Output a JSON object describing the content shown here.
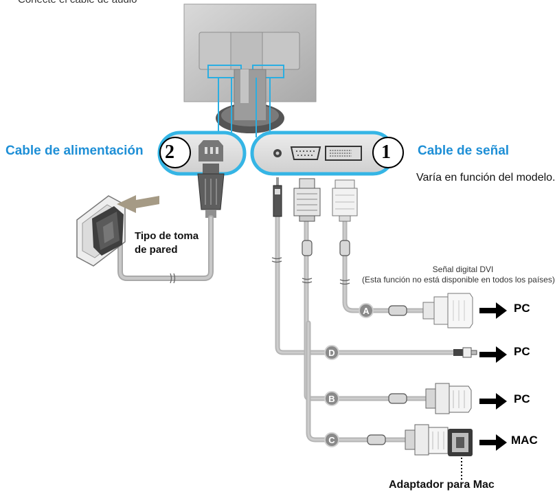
{
  "header": {
    "text": "Conecte el cable de audio"
  },
  "power": {
    "number": "2",
    "label": "Cable de alimentación",
    "outlet_label": "Tipo de toma\nde pared"
  },
  "signal": {
    "number": "1",
    "label": "Cable de señal",
    "note": "Varía en función del modelo."
  },
  "dvi_note": {
    "line1": "Señal digital DVI",
    "line2": "(Esta función no está disponible en todos los países)"
  },
  "connections": [
    {
      "letter": "A",
      "target": "PC"
    },
    {
      "letter": "D",
      "target": "PC"
    },
    {
      "letter": "B",
      "target": "PC"
    },
    {
      "letter": "C",
      "target": "MAC"
    }
  ],
  "adapter_label": "Adaptador para Mac",
  "colors": {
    "accent_blue": "#1e8fd6",
    "panel_blue": "#35b5e5",
    "cable_gray": "#b8b8b8"
  }
}
